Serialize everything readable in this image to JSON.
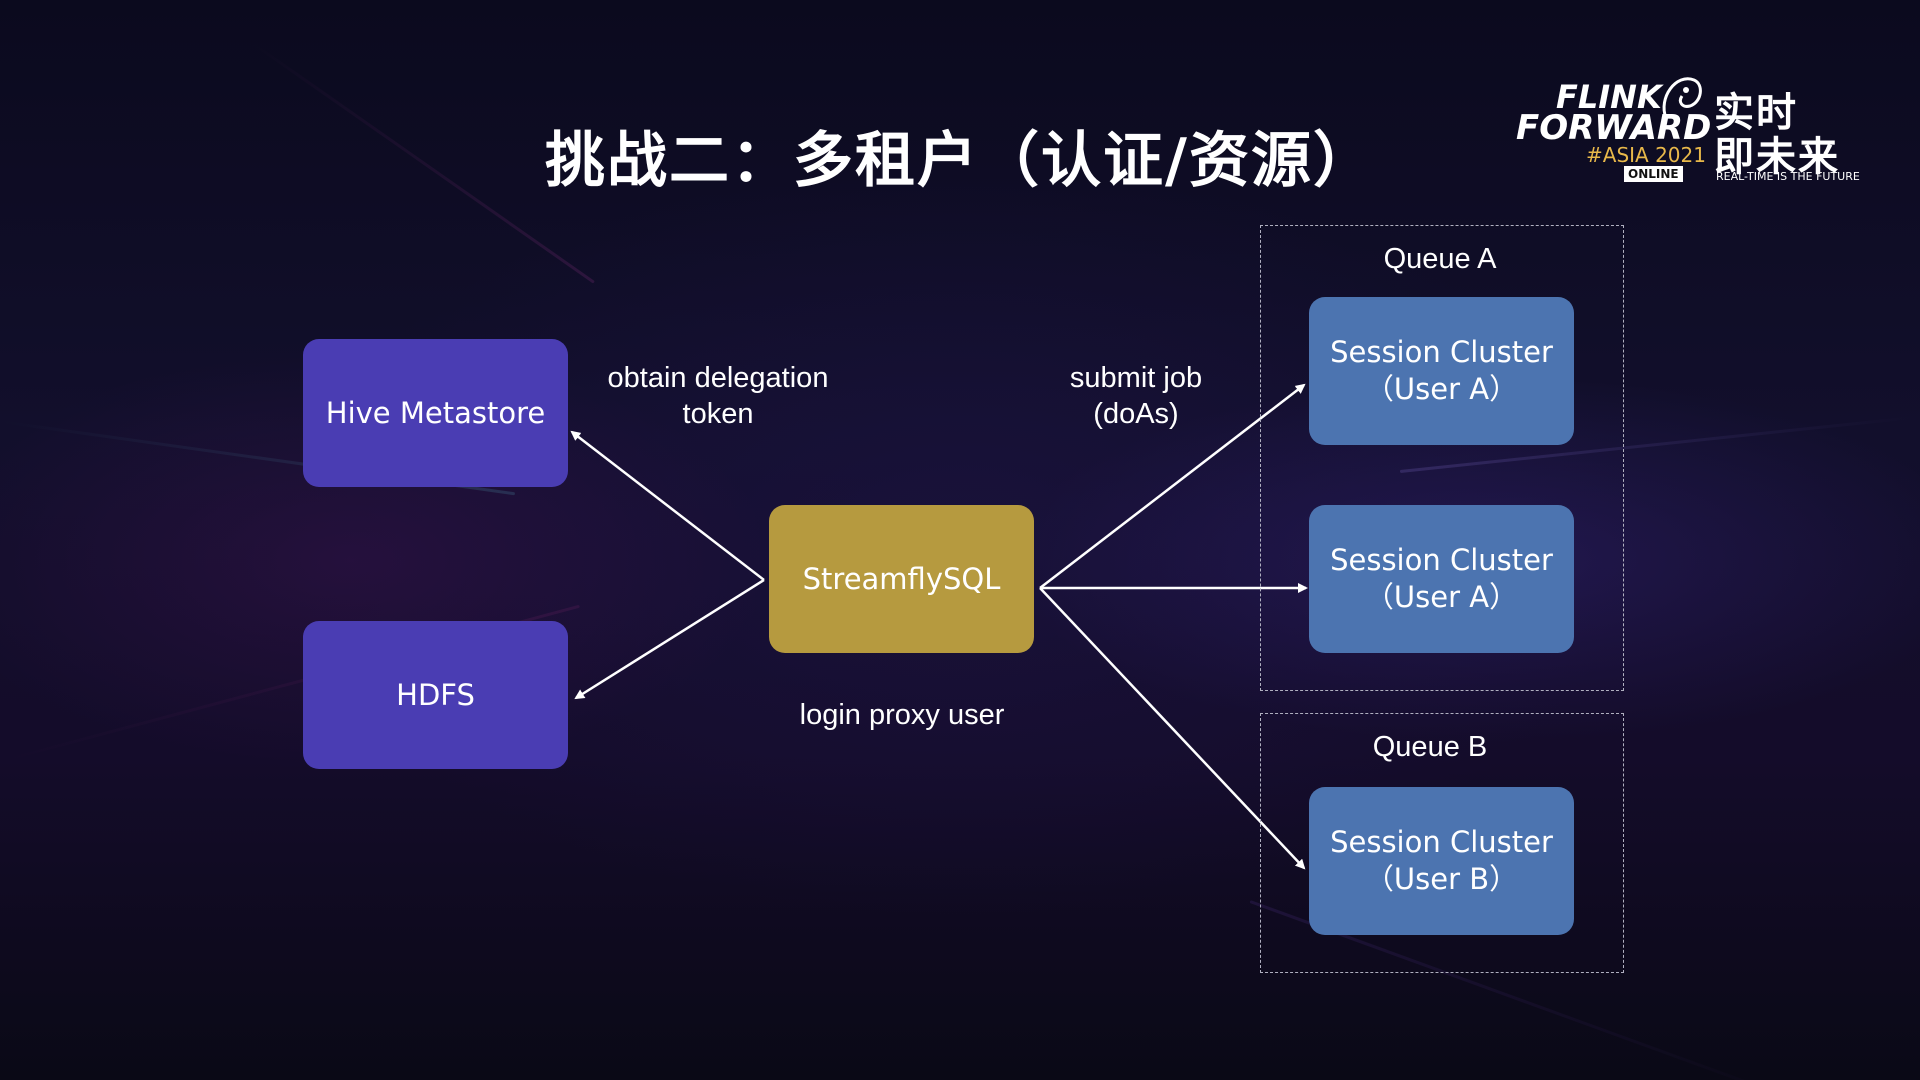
{
  "title": "挑战二：多租户（认证/资源）",
  "logo": {
    "line1": "FLINK",
    "line2": "FORWARD",
    "event": "#ASIA 2021",
    "badge": "ONLINE",
    "cn_line1": "实时",
    "cn_line2": "即未来",
    "tagline": "REAL-TIME IS THE FUTURE"
  },
  "diagram": {
    "nodes": {
      "hive": "Hive Metastore",
      "hdfs": "HDFS",
      "streamfly": "StreamflySQL",
      "session_a1": [
        "Session Cluster",
        "（User A）"
      ],
      "session_a2": [
        "Session Cluster",
        "（User A）"
      ],
      "session_b": [
        "Session Cluster",
        "（User B）"
      ]
    },
    "queues": {
      "a": "Queue A",
      "b": "Queue B"
    },
    "labels": {
      "delegation": [
        "obtain delegation",
        "token"
      ],
      "submit": [
        "submit job",
        "(doAs)"
      ],
      "login": "login proxy user"
    }
  },
  "colors": {
    "hive_hdfs": "#4a3db3",
    "streamfly": "#b69a3f",
    "session": "#4c74b0",
    "accent": "#e8b84a"
  }
}
